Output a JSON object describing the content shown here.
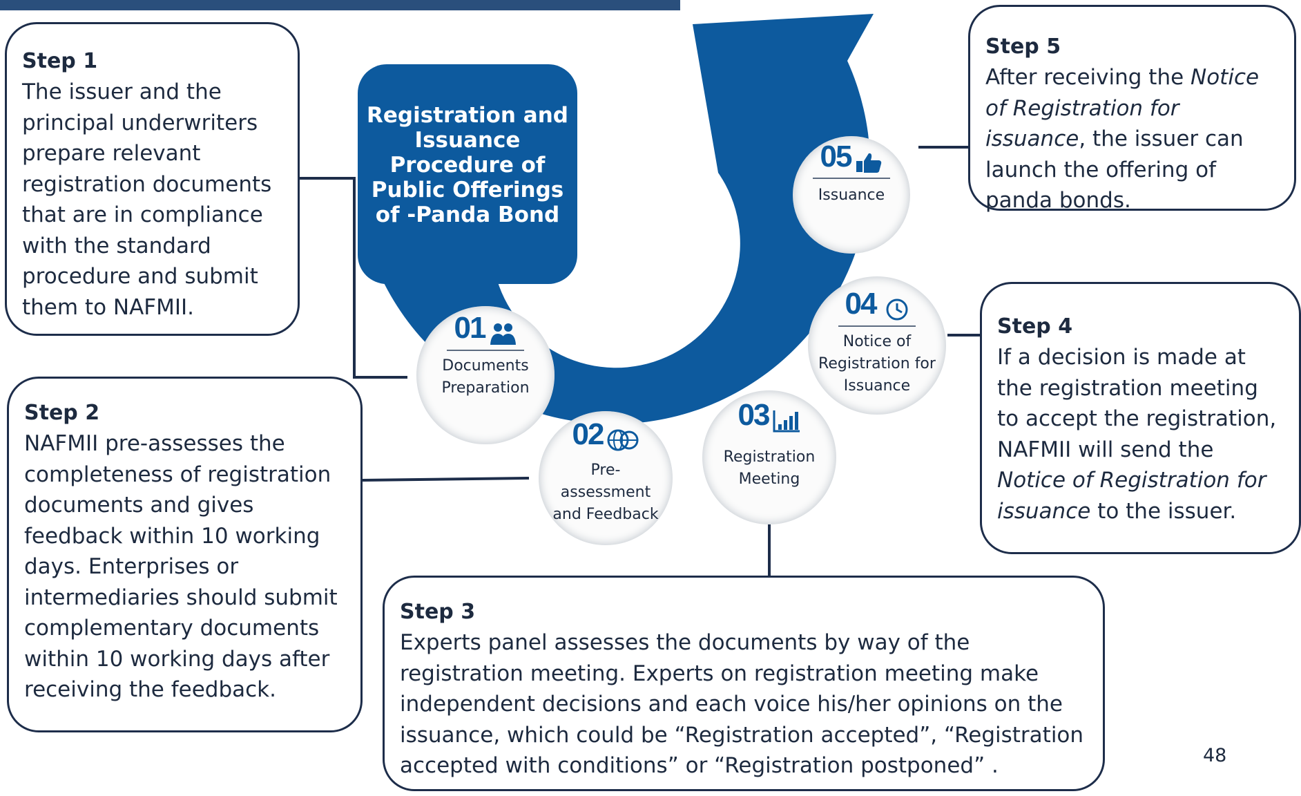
{
  "title": "Registration and Issuance Procedure of Public Offerings of -Panda Bond",
  "page_number": "48",
  "colors": {
    "primary_blue": "#0d5a9e",
    "dark_navy": "#1d2d4a",
    "top_bar": "#2a4f7c"
  },
  "stages": [
    {
      "num": "01",
      "label": "Documents Preparation",
      "icon": "people-icon"
    },
    {
      "num": "02",
      "label": "Pre-assessment and Feedback",
      "icon": "globe-icon"
    },
    {
      "num": "03",
      "label": "Registration Meeting",
      "icon": "bar-chart-icon"
    },
    {
      "num": "04",
      "label": "Notice of Registration for Issuance",
      "icon": "clock-icon"
    },
    {
      "num": "05",
      "label": "Issuance",
      "icon": "thumbs-up-icon"
    }
  ],
  "steps": {
    "step1": {
      "heading": "Step 1",
      "text": "The issuer and the principal underwriters prepare relevant registration documents that are in compliance with the standard procedure and submit them to NAFMII."
    },
    "step2": {
      "heading": "Step 2",
      "text": "NAFMII  pre-assesses the completeness of registration documents  and gives feedback within 10 working days. Enterprises or intermediaries should submit complementary documents within 10 working days after receiving the feedback."
    },
    "step3": {
      "heading": "Step 3",
      "text": "Experts panel assesses the documents by way of the registration meeting. Experts on registration meeting make independent decisions and each voice his/her opinions on the issuance, which could be “Registration accepted”, “Registration accepted with conditions” or  “Registration postponed” ."
    },
    "step4": {
      "heading": "Step 4",
      "text_before": "If a decision is made at the registration meeting to accept the registration, NAFMII will send the ",
      "text_italic": "Notice of Registration for issuance",
      "text_after": " to the issuer."
    },
    "step5": {
      "heading": "Step 5",
      "text_before": "After receiving the ",
      "text_italic": "Notice of Registration for issuance",
      "text_after": ", the issuer can launch the offering of panda bonds."
    }
  }
}
